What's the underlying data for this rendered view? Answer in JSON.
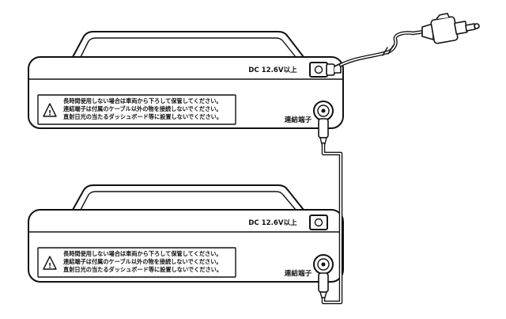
{
  "units": [
    {
      "dc_label": "DC 12.6V以上",
      "connector_label": "連結端子",
      "warnings": [
        "長時間使用しない場合は車両から下ろして保管してください。",
        "連結端子は付属のケーブル以外の物を接続しないでください。",
        "直射日光の当たるダッシュボード等に設置しないでください。"
      ],
      "warning_symbol": "!"
    },
    {
      "dc_label": "DC 12.6V以上",
      "connector_label": "連結端子",
      "warnings": [
        "長時間使用しない場合は車両から下ろして保管してください。",
        "連結端子は付属のケーブル以外の物を接続しないでください。",
        "直射日光の当たるダッシュボード等に設置しないでください。"
      ],
      "warning_symbol": "!"
    }
  ],
  "icons": {
    "warning": "warning-triangle-icon",
    "car_plug": "cigarette-lighter-plug-icon"
  },
  "colors": {
    "line": "#111111",
    "fill": "#ffffff"
  }
}
